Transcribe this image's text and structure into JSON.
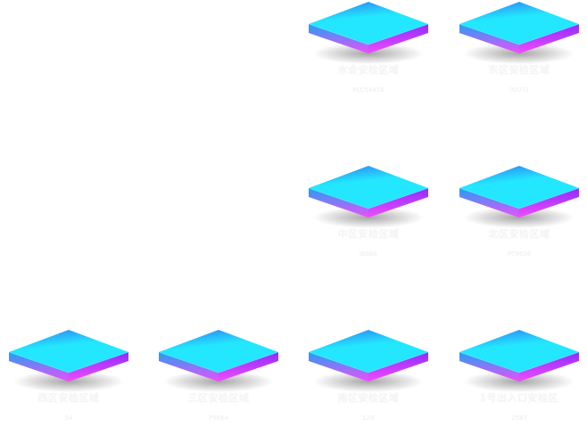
{
  "colors": {
    "top_light": "#23e6ff",
    "top_dark": "#2f79f5",
    "side_left": "#1fa2ef",
    "side_right": "#8f2cff",
    "side_bottom": "#f04cff"
  },
  "tiles": [
    {
      "label": "水会安检区域",
      "sub": "PLC54456"
    },
    {
      "label": "东区安检区域",
      "sub": "00071"
    },
    {
      "label": "中区安检区域",
      "sub": "J6666"
    },
    {
      "label": "北区安检区域",
      "sub": "P79656"
    },
    {
      "label": "西区安检区域",
      "sub": "S4"
    },
    {
      "label": "三区安检区域",
      "sub": "P5664"
    },
    {
      "label": "南区安检区域",
      "sub": "126"
    },
    {
      "label": "1号出入口安检区",
      "sub": "2587"
    }
  ]
}
